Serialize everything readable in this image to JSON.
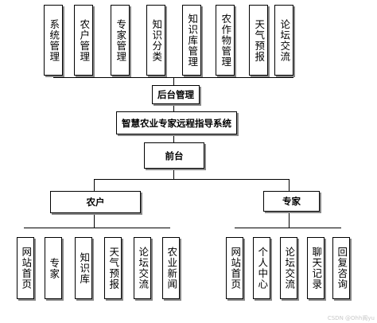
{
  "top_modules": [
    "系统管理",
    "农户管理",
    "专家管理",
    "知识分类",
    "知识库管理",
    "农作物管理",
    "天气预报",
    "论坛交流"
  ],
  "backend": "后台管理",
  "system": "智慧农业专家远程指导系统",
  "frontend": "前台",
  "farmer": {
    "label": "农户",
    "modules": [
      "网站首页",
      "专家",
      "知识库",
      "天气预报",
      "论坛交流",
      "农业新闻"
    ]
  },
  "expert": {
    "label": "专家",
    "modules": [
      "网站首页",
      "个人中心",
      "论坛交流",
      "聊天记录",
      "回复咨询"
    ]
  },
  "watermark": "CSDN @Ohh阁yu"
}
